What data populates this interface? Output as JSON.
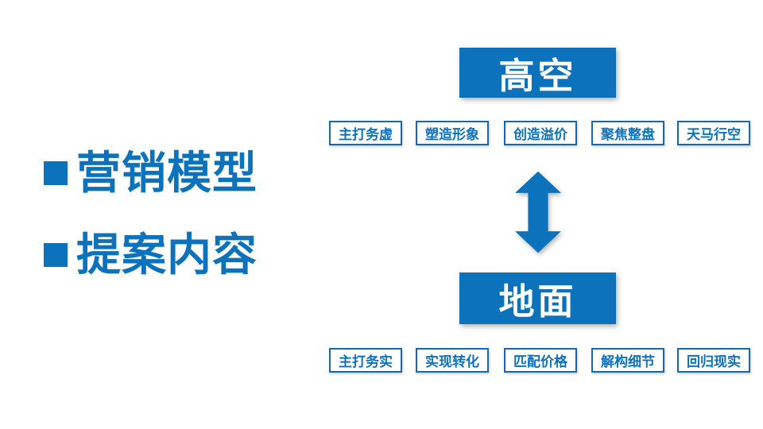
{
  "slide": {
    "bullets": {
      "item1": "营销模型",
      "item2": "提案内容"
    },
    "diagram": {
      "top_box_label": "高空",
      "top_items": [
        "主打务虚",
        "塑造形象",
        "创造溢价",
        "聚焦整盘",
        "天马行空"
      ],
      "bottom_box_label": "地面",
      "bottom_items": [
        "主打务实",
        "实现转化",
        "匹配价格",
        "解构细节",
        "回归现实"
      ],
      "arrow_icon": "double-vertical-arrow"
    },
    "colors": {
      "accent_blue": "#0d72bc",
      "chip_border_blue": "#1467b0",
      "box_text": "#ffffff",
      "background": "#ffffff"
    }
  }
}
